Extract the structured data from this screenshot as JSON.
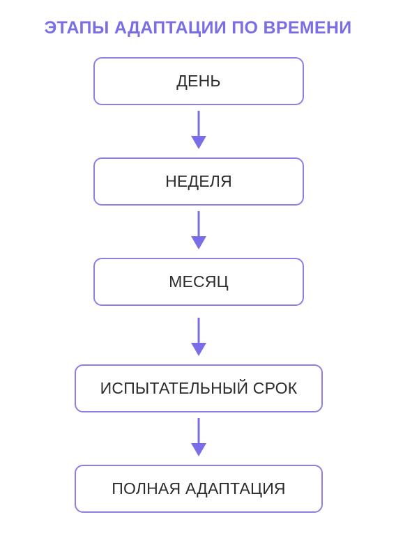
{
  "title": "ЭТАПЫ АДАПТАЦИИ ПО ВРЕМЕНИ",
  "stages": [
    {
      "label": "ДЕНЬ"
    },
    {
      "label": "НЕДЕЛЯ"
    },
    {
      "label": "МЕСЯЦ"
    },
    {
      "label": "ИСПЫТАТЕЛЬНЫЙ СРОК"
    },
    {
      "label": "ПОЛНАЯ АДАПТАЦИЯ"
    }
  ],
  "colors": {
    "accent": "#7a6ee6",
    "box_border": "#8a80e6",
    "text": "#2b2b2b"
  }
}
